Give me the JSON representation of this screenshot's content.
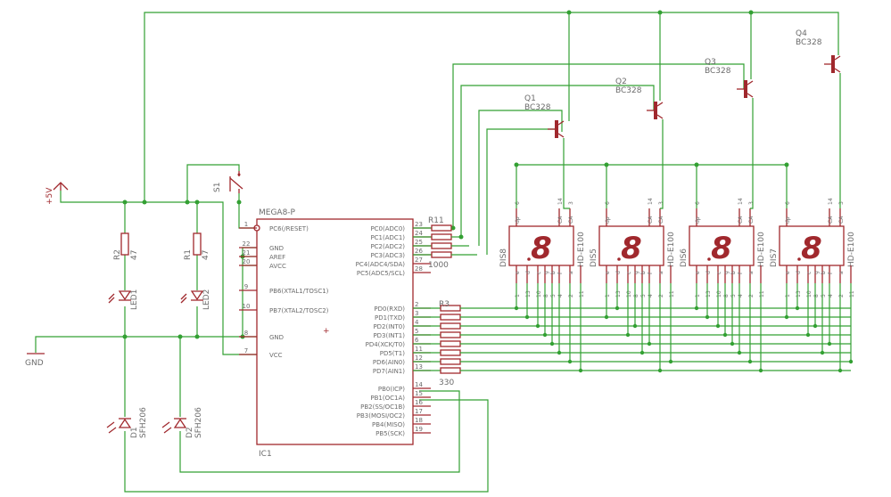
{
  "power": {
    "vcc_label": "+5V",
    "gnd_label": "GND"
  },
  "switch": {
    "name": "S1"
  },
  "ic": {
    "name": "MEGA8-P",
    "ref": "IC1",
    "left_pins": [
      {
        "num": "1",
        "name": "PC6(/RESET)"
      },
      {
        "num": "22",
        "name": "GND"
      },
      {
        "num": "21",
        "name": "AREF"
      },
      {
        "num": "20",
        "name": "AVCC"
      },
      {
        "num": "9",
        "name": "PB6(XTAL1/TOSC1)"
      },
      {
        "num": "10",
        "name": "PB7(XTAL2/TOSC2)"
      },
      {
        "num": "8",
        "name": "GND"
      },
      {
        "num": "7",
        "name": "VCC"
      }
    ],
    "right_pins": [
      {
        "num": "23",
        "name": "PC0(ADC0)"
      },
      {
        "num": "24",
        "name": "PC1(ADC1)"
      },
      {
        "num": "25",
        "name": "PC2(ADC2)"
      },
      {
        "num": "26",
        "name": "PC3(ADC3)"
      },
      {
        "num": "27",
        "name": "PC4(ADC4/SDA)"
      },
      {
        "num": "28",
        "name": "PC5(ADC5/SCL)"
      },
      {
        "num": "2",
        "name": "PD0(RXD)"
      },
      {
        "num": "3",
        "name": "PD1(TXD)"
      },
      {
        "num": "4",
        "name": "PD2(INT0)"
      },
      {
        "num": "5",
        "name": "PD3(INT1)"
      },
      {
        "num": "6",
        "name": "PD4(XCK/T0)"
      },
      {
        "num": "11",
        "name": "PD5(T1)"
      },
      {
        "num": "12",
        "name": "PD6(AIN0)"
      },
      {
        "num": "13",
        "name": "PD7(AIN1)"
      },
      {
        "num": "14",
        "name": "PB0(ICP)"
      },
      {
        "num": "15",
        "name": "PB1(OC1A)"
      },
      {
        "num": "16",
        "name": "PB2(SS/OC1B)"
      },
      {
        "num": "17",
        "name": "PB3(MOSI/OC2)"
      },
      {
        "num": "18",
        "name": "PB4(MISO)"
      },
      {
        "num": "19",
        "name": "PB5(SCK)"
      }
    ]
  },
  "resistors": {
    "r1": {
      "name": "R1",
      "value": "47"
    },
    "r2": {
      "name": "R2",
      "value": "47"
    },
    "r11": {
      "name": "R11",
      "value": "1000"
    },
    "r3": {
      "name": "R3",
      "value": "330"
    }
  },
  "leds": {
    "led1": "LED1",
    "led2": "LED2"
  },
  "sensors": {
    "d1": {
      "name": "D1",
      "part": "SFH206"
    },
    "d2": {
      "name": "D2",
      "part": "SFH206"
    }
  },
  "transistors": [
    {
      "name": "Q1",
      "part": "BC328"
    },
    {
      "name": "Q2",
      "part": "BC328"
    },
    {
      "name": "Q3",
      "part": "BC328"
    },
    {
      "name": "Q4",
      "part": "BC328"
    }
  ],
  "displays": {
    "glyph": "8",
    "part": "HD-E100",
    "names": [
      "DIS8",
      "DIS5",
      "DIS6",
      "DIS7"
    ],
    "top_pins": [
      "6",
      "14",
      "3"
    ],
    "top_labels": [
      "dp",
      "CA",
      "CA"
    ],
    "bottom_pins": [
      "1",
      "13",
      "10",
      "8",
      "5",
      "4",
      "2",
      "11"
    ],
    "bottom_labels": [
      "e",
      "d",
      "c",
      "g",
      "b",
      "f",
      "a"
    ]
  }
}
